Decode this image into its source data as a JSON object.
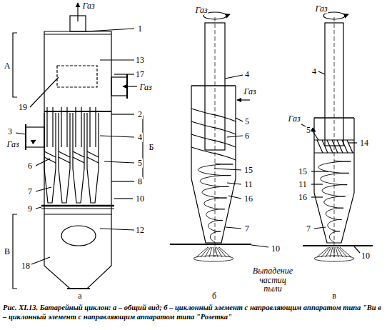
{
  "diagram": {
    "caption": "Рис. XI.13. Батарейный циклон: а – общий вид; б – циклонный элемент с направляющим аппаратом типа \"Ви в – циклонный элемент с направляющим аппаратом типа \"Розетка\"",
    "labels": [
      "Газ",
      "1",
      "13",
      "17",
      "А",
      "Газ",
      "19",
      "2",
      "3",
      "Газ",
      "4",
      "Б",
      "5",
      "6",
      "8",
      "7",
      "10",
      "9",
      "12",
      "В",
      "18",
      "а",
      "Газ",
      "4",
      "Газ",
      "5",
      "6",
      "15",
      "11",
      "16",
      "7",
      "10",
      "Выпадение частиц пыли",
      "б",
      "Газ",
      "4",
      "Газ",
      "5",
      "14",
      "15",
      "11",
      "16",
      "7",
      "10",
      "в"
    ]
  }
}
